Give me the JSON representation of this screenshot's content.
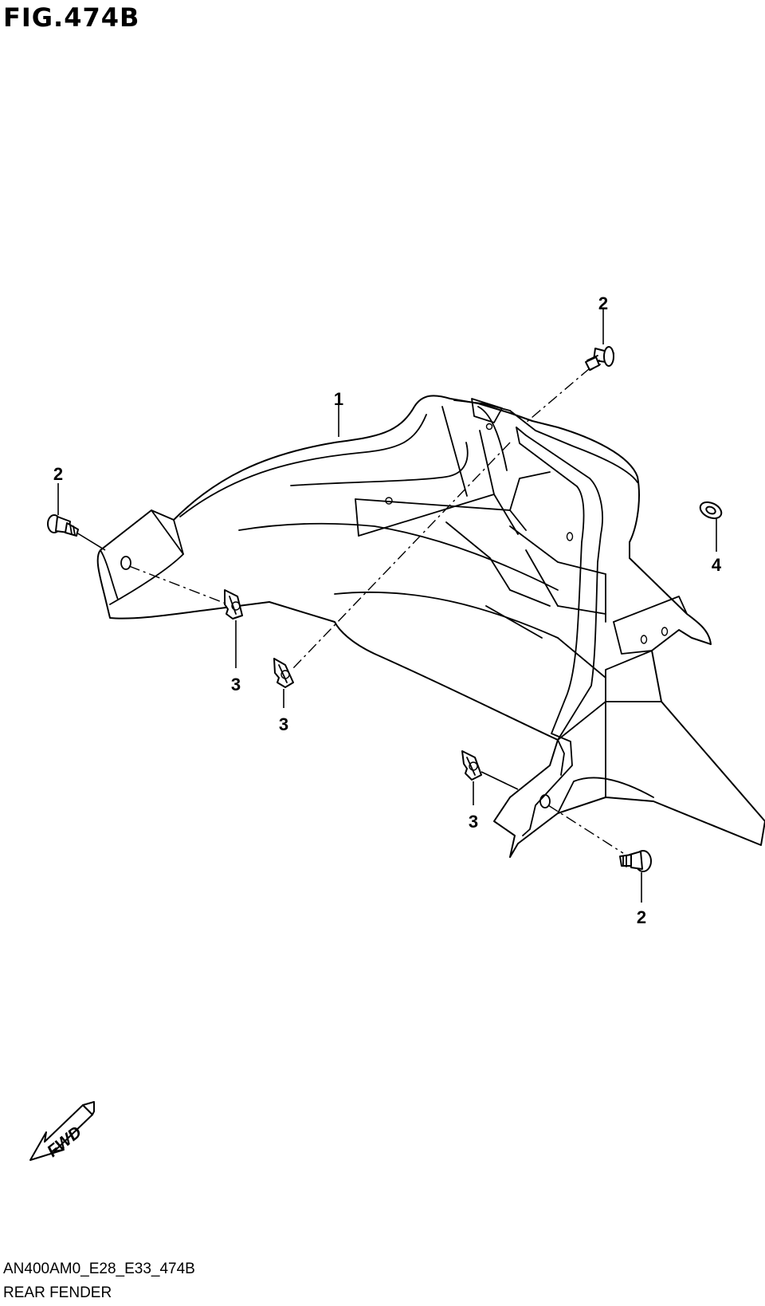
{
  "figure": {
    "title": "FIG.474B",
    "code": "AN400AM0_E28_E33_474B",
    "name": "REAR FENDER"
  },
  "callouts": {
    "c1": "1",
    "c2_top": "2",
    "c2_left": "2",
    "c2_bottom": "2",
    "c3_left": "3",
    "c3_mid": "3",
    "c3_bottom": "3",
    "c4": "4"
  },
  "fwd_badge": {
    "label": "FWD",
    "icon": "forward-arrow-icon"
  }
}
